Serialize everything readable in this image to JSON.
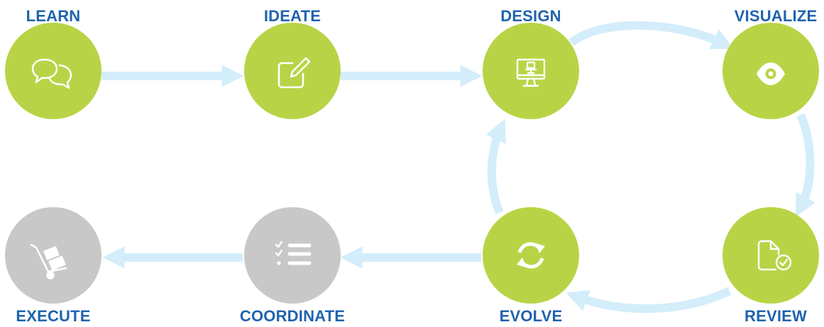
{
  "colors": {
    "active": "#b8d446",
    "inactive": "#c8c8c8",
    "arrow": "#d4edfa",
    "label": "#2063ad",
    "icon": "#ffffff"
  },
  "steps": [
    {
      "label": "LEARN",
      "icon": "chat-bubbles-icon",
      "status": "active"
    },
    {
      "label": "IDEATE",
      "icon": "edit-pencil-icon",
      "status": "active"
    },
    {
      "label": "DESIGN",
      "icon": "monitor-chair-icon",
      "status": "active"
    },
    {
      "label": "VISUALIZE",
      "icon": "eye-icon",
      "status": "active"
    },
    {
      "label": "REVIEW",
      "icon": "document-check-icon",
      "status": "active"
    },
    {
      "label": "EVOLVE",
      "icon": "refresh-cycle-icon",
      "status": "active"
    },
    {
      "label": "COORDINATE",
      "icon": "checklist-icon",
      "status": "inactive"
    },
    {
      "label": "EXECUTE",
      "icon": "hand-truck-icon",
      "status": "inactive"
    }
  ]
}
